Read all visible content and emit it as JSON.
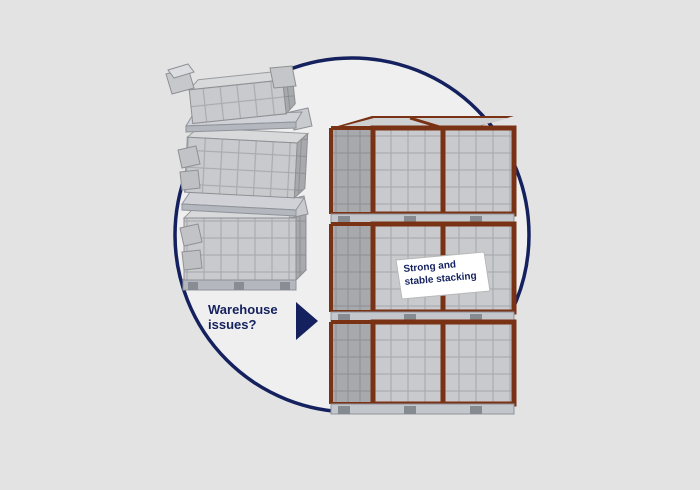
{
  "colors": {
    "background": "#e3e3e3",
    "circle_fill": "#efefef",
    "circle_stroke": "#14215e",
    "arrow": "#14215e",
    "label_text": "#14215e",
    "box_face": "#bcbdc0",
    "box_top": "#d7d8da",
    "box_side": "#9ea0a4",
    "pallet_wood": "#b9bcc2",
    "crate_frame": "#7a3214",
    "crate_grid": "#c8cacd",
    "badge_fill": "#ffffff"
  },
  "icons": {
    "arrow": "triangle-right-icon",
    "unstable": "collapsing-box-stack-icon",
    "stable": "framed-pallet-crates-icon"
  },
  "question": {
    "line1": "Warehouse",
    "line2": "issues?"
  },
  "badge": {
    "line1": "Strong and",
    "line2": "stable stacking"
  }
}
